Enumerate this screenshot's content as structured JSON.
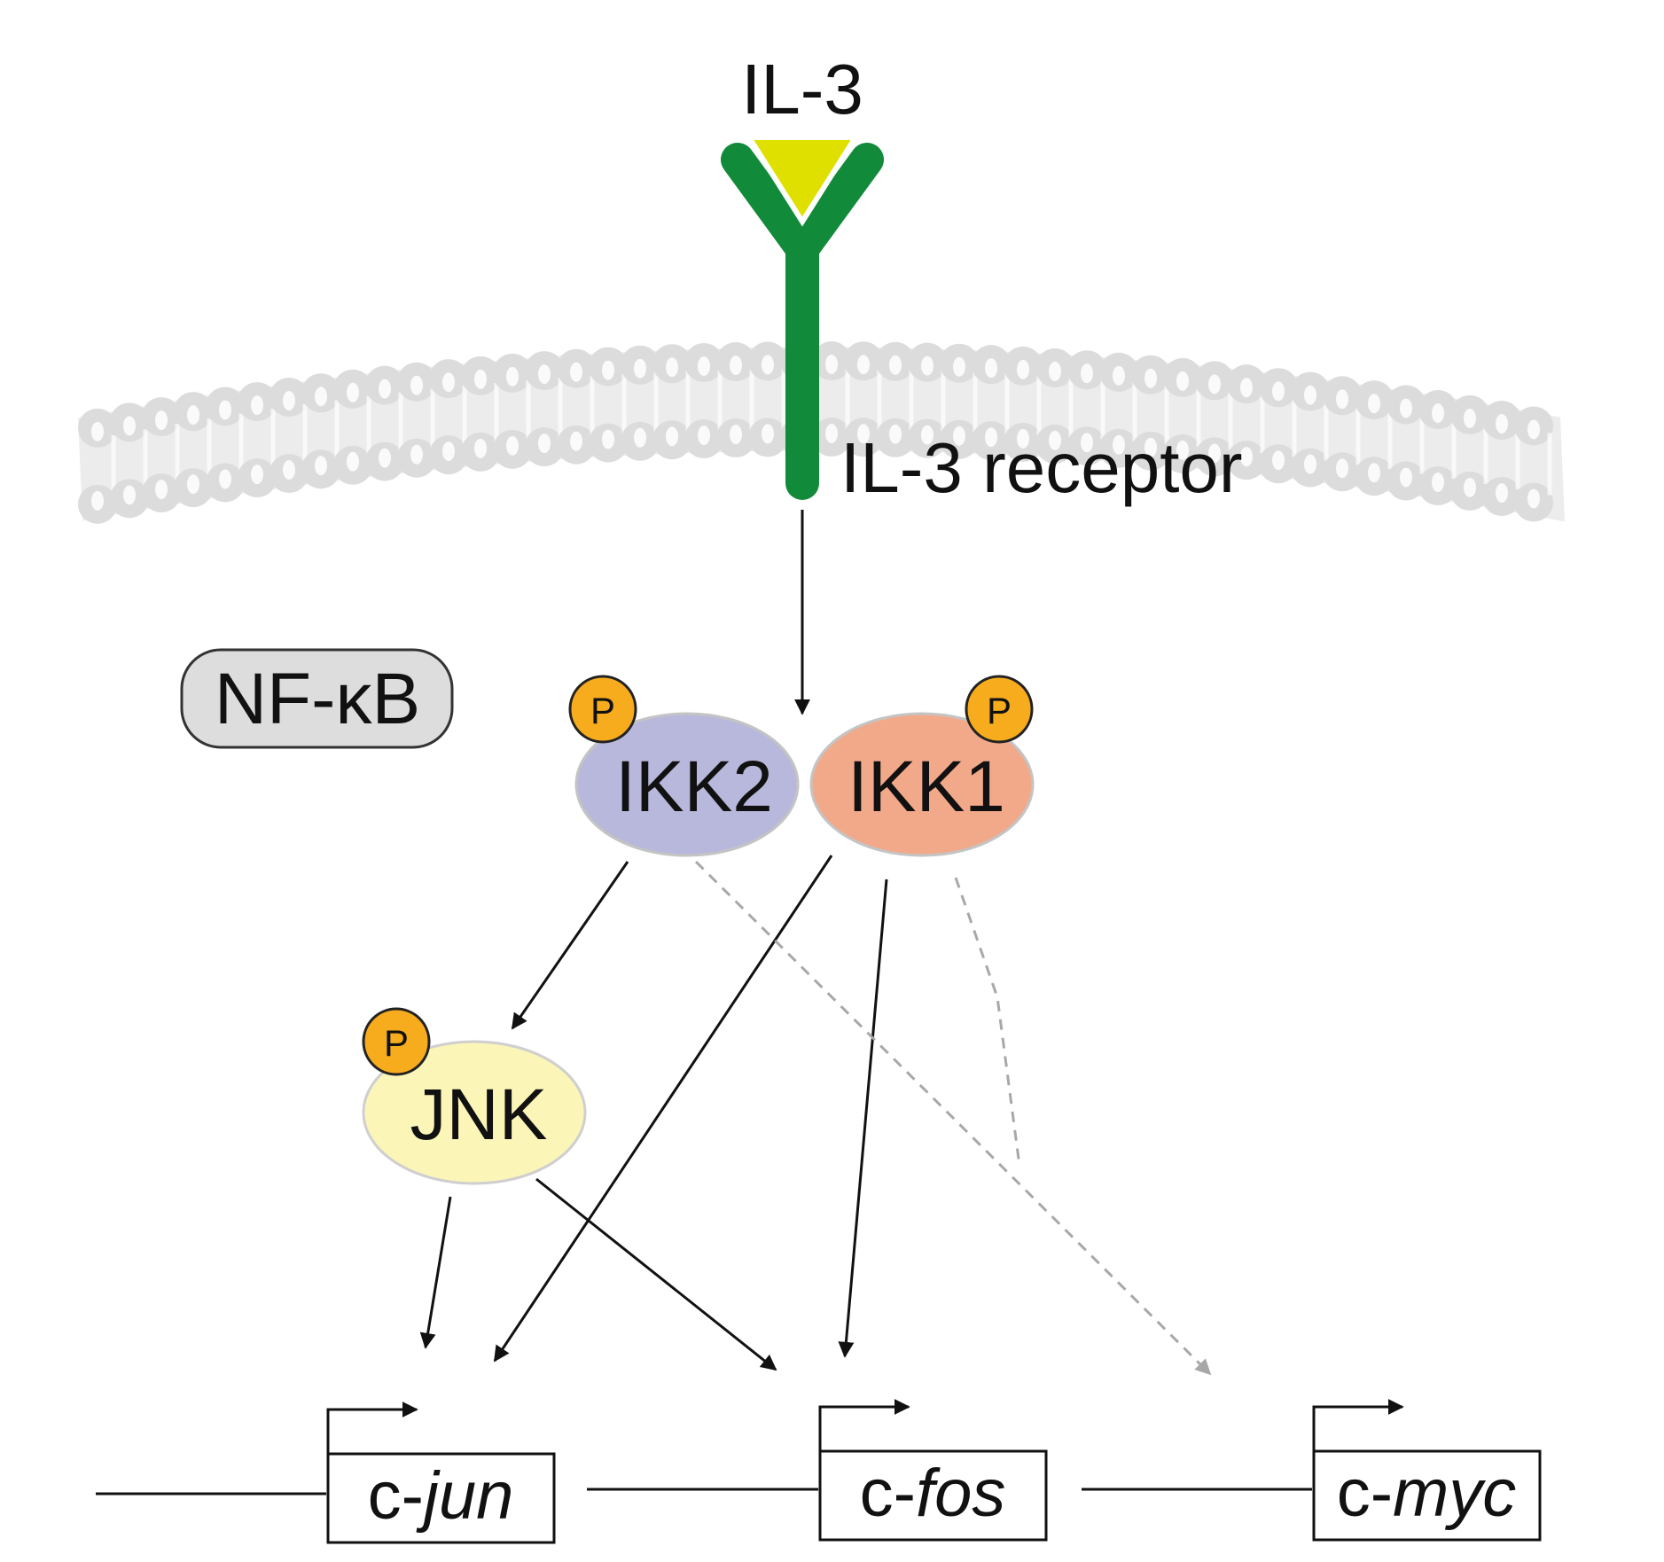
{
  "ligand": {
    "label": "IL-3",
    "color": "#dfe000"
  },
  "receptor": {
    "label": "IL-3 receptor",
    "color": "#118a3a"
  },
  "membrane": {
    "color": "#dcdcdc"
  },
  "complex": {
    "label": "NF-κB"
  },
  "nodes": {
    "ikk2": {
      "label": "IKK2",
      "color": "#b8b8dc"
    },
    "ikk1": {
      "label": "IKK1",
      "color": "#f2a98a"
    },
    "jnk": {
      "label": "JNK",
      "color": "#fbf6b8"
    }
  },
  "phospho": {
    "label": "P",
    "color": "#f7ac1e"
  },
  "genes": [
    {
      "prefix": "c-",
      "name": "jun"
    },
    {
      "prefix": "c-",
      "name": "fos"
    },
    {
      "prefix": "c-",
      "name": "myc"
    }
  ]
}
